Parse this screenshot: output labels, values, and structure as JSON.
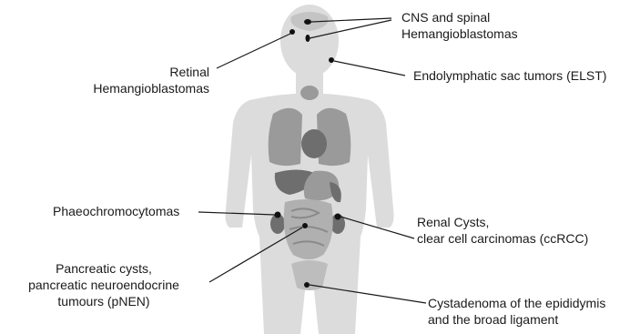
{
  "labels": {
    "cns": [
      "CNS and spinal",
      "Hemangioblastomas"
    ],
    "elst": [
      "Endolymphatic sac tumors (ELST)"
    ],
    "retinal": [
      "Retinal",
      "Hemangioblastomas"
    ],
    "phaeo": [
      "Phaeochromocytomas"
    ],
    "renal": [
      "Renal Cysts,",
      "clear cell carcinomas (ccRCC)"
    ],
    "pancreatic": [
      "Pancreatic cysts,",
      "pancreatic neuroendocrine",
      "tumours (pNEN)"
    ],
    "cystadenoma": [
      "Cystadenoma of the epididymis",
      "and the broad ligament"
    ]
  },
  "colors": {
    "body": "#dcdcdc",
    "organs": "#9a9a9a",
    "organs_dark": "#6e6e6e",
    "lines": "#1a1a1a"
  }
}
